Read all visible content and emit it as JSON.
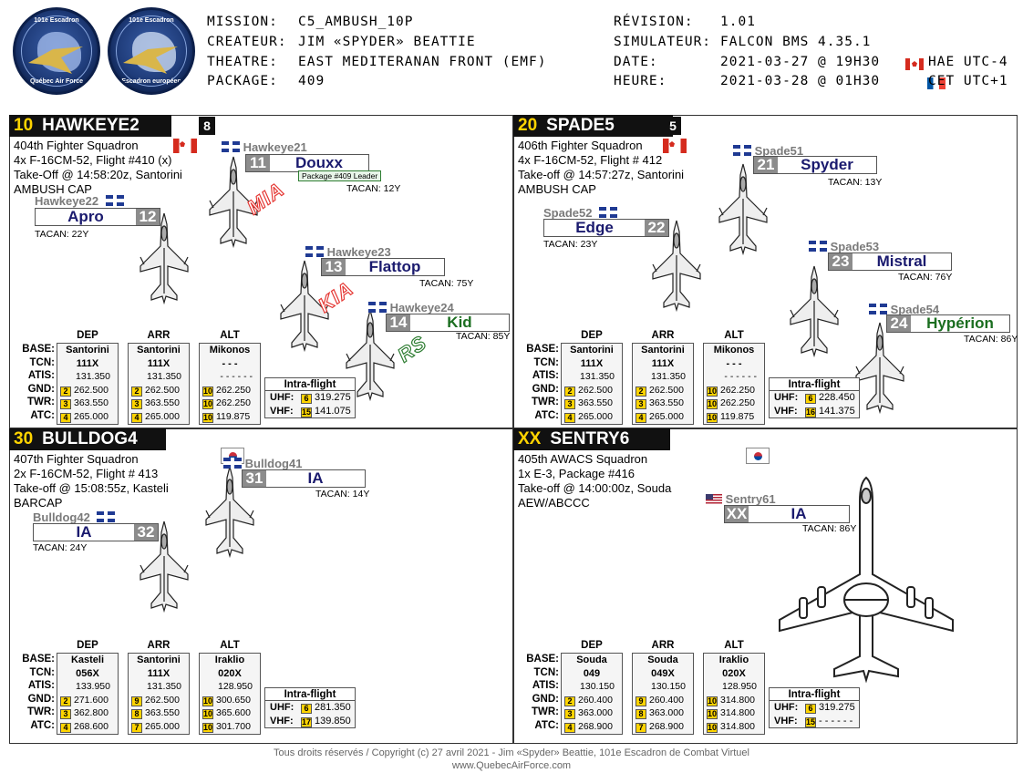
{
  "header": {
    "logo1_top": "101e Escadron",
    "logo1_bottom": "Québec Air Force",
    "logo2_top": "101e Escadron",
    "logo2_bottom": "Escadron européen",
    "mission_label": "MISSION:",
    "mission": "C5_AMBUSH_10P",
    "createur_label": "CREATEUR:",
    "createur": "JIM «SPYDER» BEATTIE",
    "theatre_label": "THEATRE:",
    "theatre": "EAST MEDITERANAN FRONT (EMF)",
    "package_label": "PACKAGE:",
    "package": "409",
    "revision_label": "RÉVISION:",
    "revision": "1.01",
    "simulateur_label": "SIMULATEUR:",
    "simulateur": "FALCON BMS 4.35.1",
    "date_label": "DATE:",
    "date": "2021-03-27 @ 19H30",
    "date_tz": "HAE UTC-4",
    "heure_label": "HEURE:",
    "heure": "2021-03-28 @ 01H30",
    "heure_tz": "CET UTC+1"
  },
  "flights": [
    {
      "num": "10",
      "name": "HAWKEYE2",
      "count": "8",
      "squadron": "404th Fighter Squadron",
      "aircraft": "4x F-16CM-52, Flight #410 (x)",
      "takeoff": "Take-Off @ 14:58:20z, Santorini",
      "task": "AMBUSH CAP",
      "pilots": [
        {
          "cs": "Hawkeye21",
          "sn": "11",
          "name": "Douxx",
          "tacan": "TACAN: 12Y",
          "note": "Package #409 Leader",
          "stamp": "MIA"
        },
        {
          "cs": "Hawkeye22",
          "sn": "12",
          "name": "Apro",
          "tacan": "TACAN: 22Y"
        },
        {
          "cs": "Hawkeye23",
          "sn": "13",
          "name": "Flattop",
          "tacan": "TACAN: 75Y",
          "stamp": "KIA"
        },
        {
          "cs": "Hawkeye24",
          "sn": "14",
          "name": "Kid",
          "tacan": "TACAN: 85Y",
          "stamp": "RS"
        }
      ],
      "dep": {
        "h": "DEP",
        "base": "Santorini",
        "tcn": "111X",
        "atis": "131.350",
        "gnd_ch": "2",
        "gnd": "262.500",
        "twr_ch": "3",
        "twr": "363.550",
        "atc_ch": "4",
        "atc": "265.000"
      },
      "arr": {
        "h": "ARR",
        "base": "Santorini",
        "tcn": "111X",
        "atis": "131.350",
        "gnd_ch": "2",
        "gnd": "262.500",
        "twr_ch": "3",
        "twr": "363.550",
        "atc_ch": "4",
        "atc": "265.000"
      },
      "alt": {
        "h": "ALT",
        "base": "Mikonos",
        "tcn": "- - -",
        "atis": "- - - - - -",
        "gnd_ch": "10",
        "gnd": "262.250",
        "twr_ch": "10",
        "twr": "262.250",
        "atc_ch": "10",
        "atc": "119.875"
      },
      "intra": {
        "h": "Intra-flight",
        "uhf_l": "UHF:",
        "uhf_ch": "6",
        "uhf": "319.275",
        "vhf_l": "VHF:",
        "vhf_ch": "15",
        "vhf": "141.075"
      }
    },
    {
      "num": "20",
      "name": "SPADE5",
      "count": "5",
      "squadron": "406th Fighter Squadron",
      "aircraft": "4x F-16CM-52, Flight # 412",
      "takeoff": "Take-off @ 14:57:27z, Santorini",
      "task": "AMBUSH CAP",
      "pilots": [
        {
          "cs": "Spade51",
          "sn": "21",
          "name": "Spyder",
          "tacan": "TACAN: 13Y"
        },
        {
          "cs": "Spade52",
          "sn": "22",
          "name": "Edge",
          "tacan": "TACAN: 23Y"
        },
        {
          "cs": "Spade53",
          "sn": "23",
          "name": "Mistral",
          "tacan": "TACAN: 76Y"
        },
        {
          "cs": "Spade54",
          "sn": "24",
          "name": "Hypérion",
          "tacan": "TACAN: 86Y"
        }
      ],
      "dep": {
        "h": "DEP",
        "base": "Santorini",
        "tcn": "111X",
        "atis": "131.350",
        "gnd_ch": "2",
        "gnd": "262.500",
        "twr_ch": "3",
        "twr": "363.550",
        "atc_ch": "4",
        "atc": "265.000"
      },
      "arr": {
        "h": "ARR",
        "base": "Santorini",
        "tcn": "111X",
        "atis": "131.350",
        "gnd_ch": "2",
        "gnd": "262.500",
        "twr_ch": "3",
        "twr": "363.550",
        "atc_ch": "4",
        "atc": "265.000"
      },
      "alt": {
        "h": "ALT",
        "base": "Mikonos",
        "tcn": "- - -",
        "atis": "- - - - - -",
        "gnd_ch": "10",
        "gnd": "262.250",
        "twr_ch": "10",
        "twr": "262.250",
        "atc_ch": "10",
        "atc": "119.875"
      },
      "intra": {
        "h": "Intra-flight",
        "uhf_l": "UHF:",
        "uhf_ch": "6",
        "uhf": "228.450",
        "vhf_l": "VHF:",
        "vhf_ch": "16",
        "vhf": "141.375"
      }
    },
    {
      "num": "30",
      "name": "BULLDOG4",
      "squadron": "407th Fighter Squadron",
      "aircraft": "2x F-16CM-52, Flight # 413",
      "takeoff": "Take-off @ 15:08:55z, Kasteli",
      "task": "BARCAP",
      "pilots": [
        {
          "cs": "Bulldog41",
          "sn": "31",
          "name": "IA",
          "tacan": "TACAN: 14Y"
        },
        {
          "cs": "Bulldog42",
          "sn": "32",
          "name": "IA",
          "tacan": "TACAN: 24Y"
        }
      ],
      "dep": {
        "h": "DEP",
        "base": "Kasteli",
        "tcn": "056X",
        "atis": "133.950",
        "gnd_ch": "2",
        "gnd": "271.600",
        "twr_ch": "3",
        "twr": "362.800",
        "atc_ch": "4",
        "atc": "268.600"
      },
      "arr": {
        "h": "ARR",
        "base": "Santorini",
        "tcn": "111X",
        "atis": "131.350",
        "gnd_ch": "9",
        "gnd": "262.500",
        "twr_ch": "8",
        "twr": "363.550",
        "atc_ch": "7",
        "atc": "265.000"
      },
      "alt": {
        "h": "ALT",
        "base": "Iraklio",
        "tcn": "020X",
        "atis": "128.950",
        "gnd_ch": "10",
        "gnd": "300.650",
        "twr_ch": "10",
        "twr": "365.600",
        "atc_ch": "10",
        "atc": "301.700"
      },
      "intra": {
        "h": "Intra-flight",
        "uhf_l": "UHF:",
        "uhf_ch": "6",
        "uhf": "281.350",
        "vhf_l": "VHF:",
        "vhf_ch": "17",
        "vhf": "139.850"
      }
    },
    {
      "num": "XX",
      "name": "SENTRY6",
      "squadron": "405th AWACS Squadron",
      "aircraft": "1x E-3, Package #416",
      "takeoff": "Take-off @ 14:00:00z, Souda",
      "task": "AEW/ABCCC",
      "pilots": [
        {
          "cs": "Sentry61",
          "sn": "XX",
          "name": "IA",
          "tacan": "TACAN: 86Y"
        }
      ],
      "dep": {
        "h": "DEP",
        "base": "Souda",
        "tcn": "049",
        "atis": "130.150",
        "gnd_ch": "2",
        "gnd": "260.400",
        "twr_ch": "3",
        "twr": "363.000",
        "atc_ch": "4",
        "atc": "268.900"
      },
      "arr": {
        "h": "ARR",
        "base": "Souda",
        "tcn": "049X",
        "atis": "130.150",
        "gnd_ch": "9",
        "gnd": "260.400",
        "twr_ch": "8",
        "twr": "363.000",
        "atc_ch": "7",
        "atc": "268.900"
      },
      "alt": {
        "h": "ALT",
        "base": "Iraklio",
        "tcn": "020X",
        "atis": "128.950",
        "gnd_ch": "10",
        "gnd": "314.800",
        "twr_ch": "10",
        "twr": "314.800",
        "atc_ch": "10",
        "atc": "314.800"
      },
      "intra": {
        "h": "Intra-flight",
        "uhf_l": "UHF:",
        "uhf_ch": "6",
        "uhf": "319.275",
        "vhf_l": "VHF:",
        "vhf_ch": "15",
        "vhf": "- - - - - -"
      }
    }
  ],
  "row_labels": {
    "base": "BASE:",
    "tcn": "TCN:",
    "atis": "ATIS:",
    "gnd": "GND:",
    "twr": "TWR:",
    "atc": "ATC:"
  },
  "footer": {
    "line1": "Tous droits réservés / Copyright (c) 27 avril 2021 - Jim «Spyder» Beattie, 101e Escadron de Combat Virtuel",
    "line2": "www.QuebecAirForce.com"
  }
}
